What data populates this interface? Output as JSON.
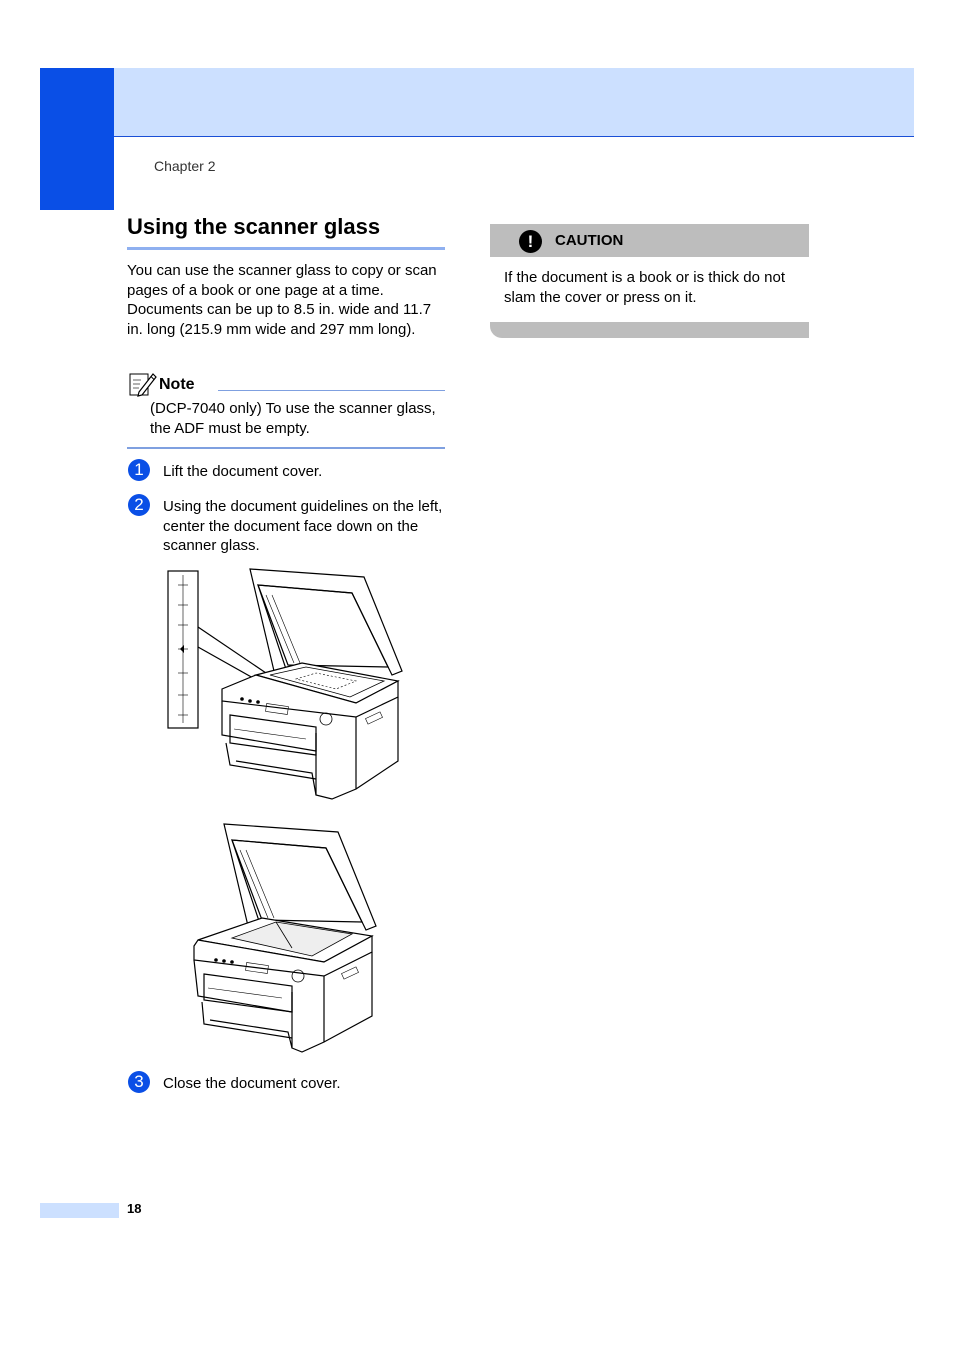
{
  "header": {
    "chapter": "Chapter 2"
  },
  "section": {
    "title": "Using the scanner glass",
    "intro": "You can use the scanner glass to copy or scan pages of a book or one page at a time. Documents can be up to 8.5 in. wide and 11.7 in. long (215.9 mm wide and 297 mm long)."
  },
  "note": {
    "title": "Note",
    "text": "(DCP-7040 only) To use the scanner glass, the ADF must be empty."
  },
  "steps": [
    {
      "number": "1",
      "text": "Lift the document cover."
    },
    {
      "number": "2",
      "text": "Using the document guidelines on the left, center the document face down on the scanner glass."
    },
    {
      "number": "3",
      "text": "Close the document cover."
    }
  ],
  "caution": {
    "title": "CAUTION",
    "text": "If the document is a book or is thick do not slam the cover or press on it."
  },
  "footer": {
    "page_number": "18"
  },
  "colors": {
    "accent": "#0a4fe6",
    "band": "#cce0ff",
    "caution_gray": "#bdbdbd"
  }
}
